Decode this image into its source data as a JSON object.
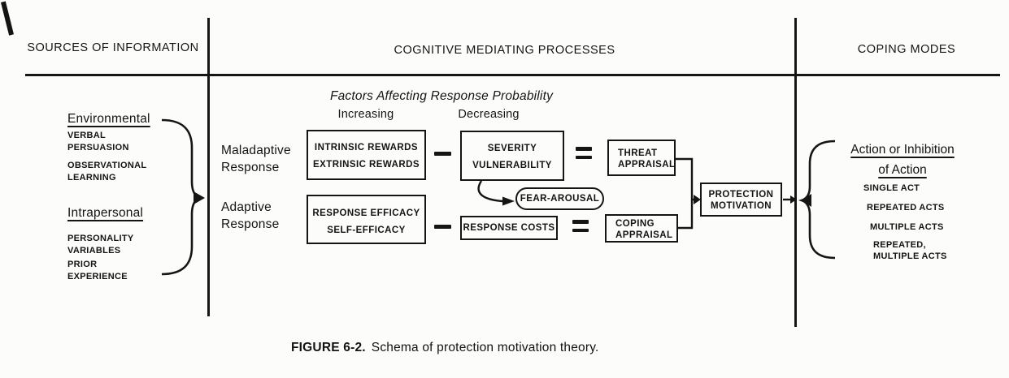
{
  "header": {
    "sources": "SOURCES OF INFORMATION",
    "cognitive": "COGNITIVE MEDIATING PROCESSES",
    "coping": "COPING MODES"
  },
  "sources": {
    "groups": [
      {
        "title": "Environmental",
        "items": [
          "VERBAL\nPERSUASION",
          "OBSERVATIONAL\nLEARNING"
        ]
      },
      {
        "title": "Intrapersonal",
        "items": [
          "PERSONALITY\nVARIABLES",
          "PRIOR\nEXPERIENCE"
        ]
      }
    ]
  },
  "cognitive": {
    "subtitle": "Factors Affecting Response Probability",
    "col_increasing": "Increasing",
    "col_decreasing": "Decreasing",
    "row_maladaptive": "Maladaptive\nResponse",
    "row_adaptive": "Adaptive\nResponse",
    "boxes": {
      "rewards": "INTRINSIC REWARDS\nEXTRINSIC REWARDS",
      "severity": "SEVERITY\nVULNERABILITY",
      "fear": "FEAR-AROUSAL",
      "threat": "THREAT\nAPPRAISAL",
      "efficacy": "RESPONSE EFFICACY\nSELF-EFFICACY",
      "costs": "RESPONSE COSTS",
      "coping": "COPING\nAPPRAISAL",
      "protection": "PROTECTION\nMOTIVATION"
    },
    "operators": {
      "minus": "−",
      "equals": "="
    }
  },
  "coping": {
    "title": "Action or Inhibition\nof Action",
    "items": [
      "SINGLE ACT",
      "REPEATED ACTS",
      "MULTIPLE ACTS",
      "REPEATED,\nMULTIPLE ACTS"
    ]
  },
  "caption": {
    "label": "FIGURE 6-2.",
    "text": "Schema of protection motivation theory."
  },
  "colors": {
    "ink": "#151515",
    "paper": "#fcfcfa"
  }
}
